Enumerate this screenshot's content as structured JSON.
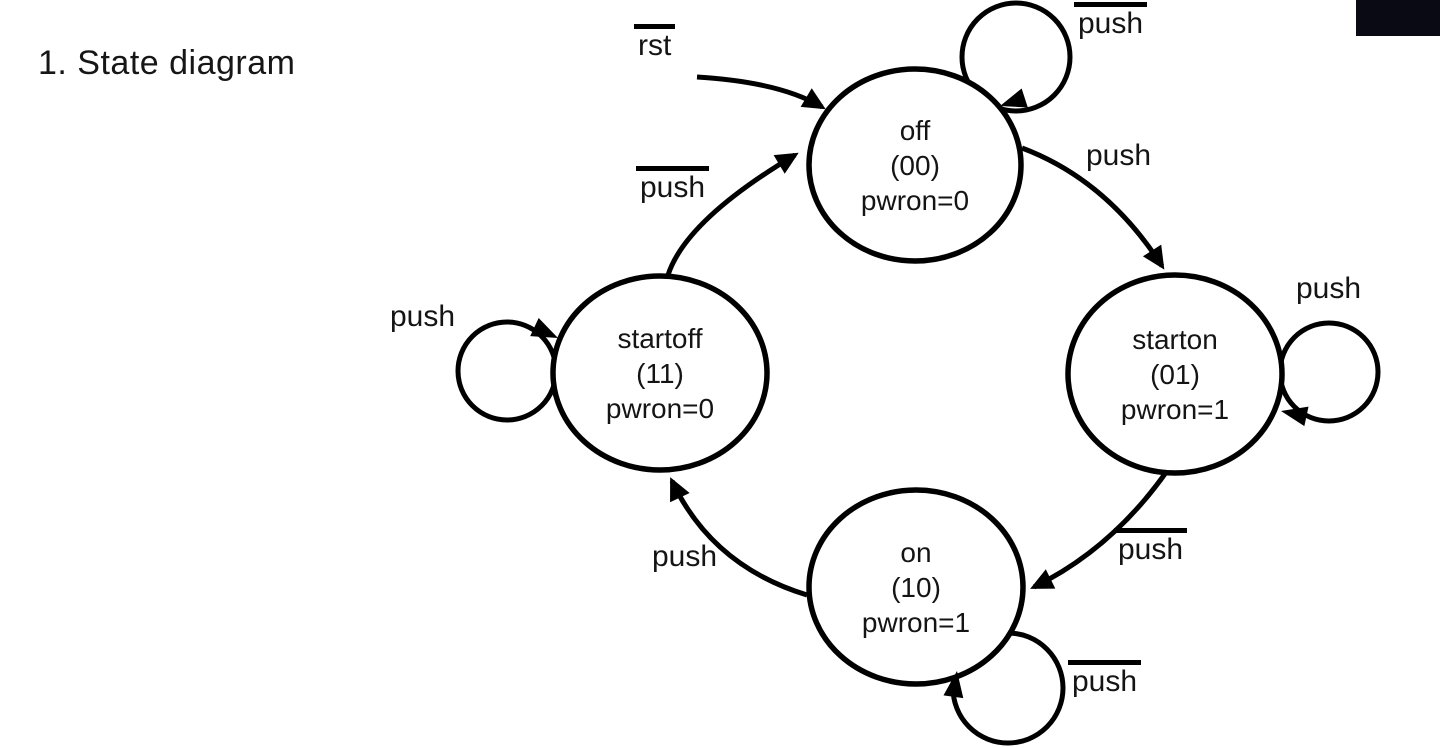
{
  "title": "1. State diagram",
  "diagram": {
    "states": {
      "off": {
        "name": "off",
        "code": "(00)",
        "output": "pwron=0"
      },
      "starton": {
        "name": "starton",
        "code": "(01)",
        "output": "pwron=1"
      },
      "on": {
        "name": "on",
        "code": "(10)",
        "output": "pwron=1"
      },
      "startoff": {
        "name": "startoff",
        "code": "(11)",
        "output": "pwron=0"
      }
    },
    "edges": {
      "reset": {
        "label": "rst",
        "overline": true,
        "from": null,
        "to": "off"
      },
      "off_self": {
        "label": "push",
        "overline": true,
        "from": "off",
        "to": "off"
      },
      "off_starton": {
        "label": "push",
        "overline": false,
        "from": "off",
        "to": "starton"
      },
      "starton_self": {
        "label": "push",
        "overline": false,
        "from": "starton",
        "to": "starton"
      },
      "starton_on": {
        "label": "push",
        "overline": true,
        "from": "starton",
        "to": "on"
      },
      "on_self": {
        "label": "push",
        "overline": true,
        "from": "on",
        "to": "on"
      },
      "on_startoff": {
        "label": "push",
        "overline": false,
        "from": "on",
        "to": "startoff"
      },
      "startoff_self": {
        "label": "push",
        "overline": false,
        "from": "startoff",
        "to": "startoff"
      },
      "startoff_off": {
        "label": "push",
        "overline": true,
        "from": "startoff",
        "to": "off"
      }
    },
    "colors": {
      "stroke": "#000000",
      "background": "#ffffff",
      "corner_block": "#0a0a14"
    }
  }
}
